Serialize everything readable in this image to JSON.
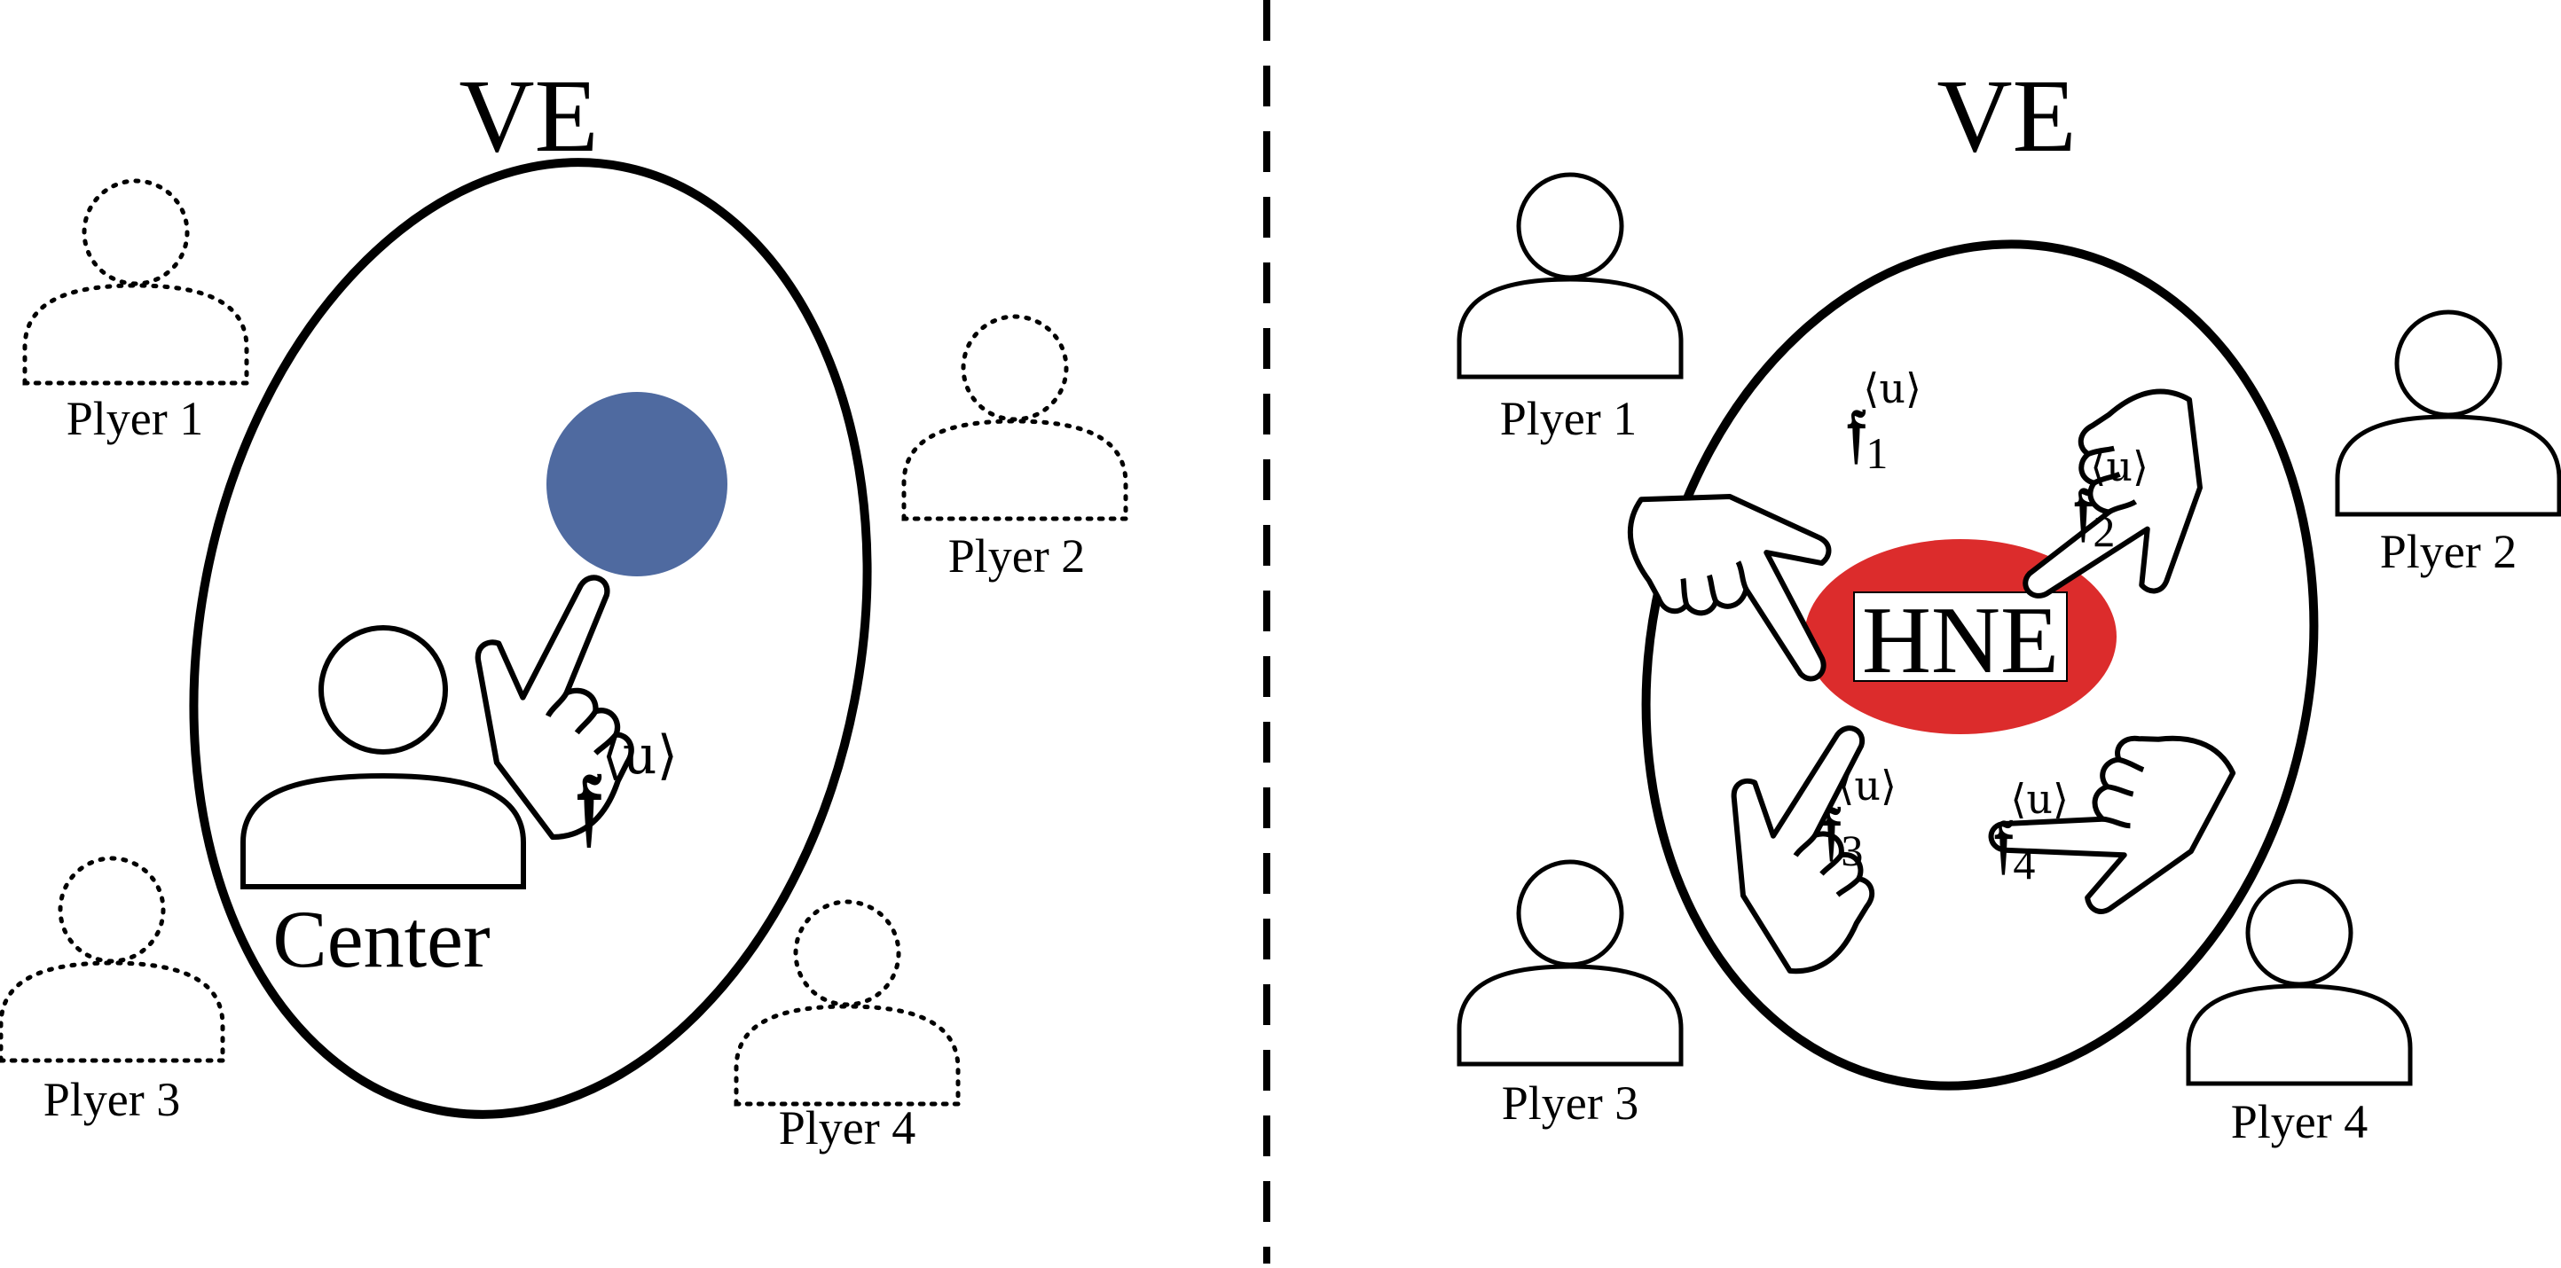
{
  "left_panel": {
    "title": "VE",
    "center_label": "Center",
    "message_symbol": "𝔣",
    "message_superscript": "⟨u⟩",
    "blob_color": "#4F6AA0",
    "players": [
      "Plyer 1",
      "Plyer 2",
      "Plyer 3",
      "Plyer 4"
    ]
  },
  "right_panel": {
    "title": "VE",
    "hub_label": "HNE",
    "hub_color": "#DC2C2C",
    "message_symbol": "𝔣",
    "message_superscript": "⟨u⟩",
    "message_subscripts": [
      "1",
      "2",
      "3",
      "4"
    ],
    "players": [
      "Plyer 1",
      "Plyer 2",
      "Plyer 3",
      "Plyer 4"
    ]
  },
  "icons": [
    "person-icon",
    "pointing-hand-icon"
  ]
}
